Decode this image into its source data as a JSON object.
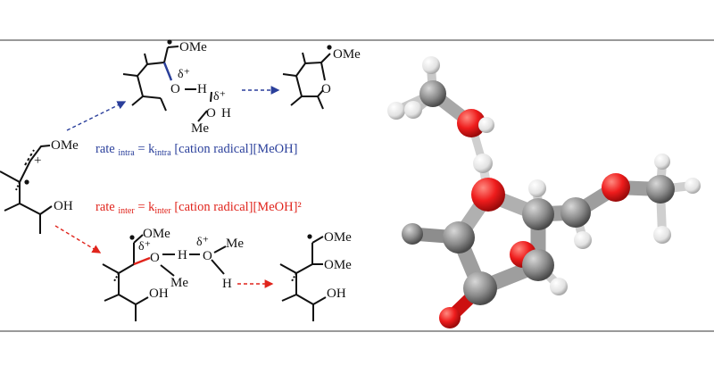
{
  "left": {
    "start": {
      "ome": "OMe",
      "oh": "OH"
    }
  },
  "top": {
    "ts": {
      "ome": "OMe",
      "delta": "δ⁺",
      "o": "O",
      "h": "H",
      "mo": "O",
      "mh": "H",
      "me": "Me"
    },
    "product": {
      "ome": "OMe",
      "o": "O"
    }
  },
  "rates": {
    "intra": {
      "p1": "rate ",
      "sub1": "intra",
      "p2": " = k",
      "sub2": "intra",
      "p3": " [cation radical][MeOH]"
    },
    "inter": {
      "p1": "rate ",
      "sub1": "inter",
      "p2": " = k",
      "sub2": "inter",
      "p3": " [cation radical][MeOH]²"
    }
  },
  "bottom": {
    "ts": {
      "ome": "OMe",
      "delta": "δ⁺",
      "o": "O",
      "me": "Me",
      "h": "H",
      "o2": "O",
      "me2": "Me",
      "h2": "H",
      "oh": "OH"
    },
    "product": {
      "ome1": "OMe",
      "ome2": "OMe",
      "oh": "OH"
    }
  },
  "colors": {
    "intramolecular": "#2a3f9b",
    "intermolecular": "#e0241c",
    "carbon": "#8a8a8a",
    "oxygen": "#ee1c1c",
    "hydrogen": "#f0f0f0"
  }
}
